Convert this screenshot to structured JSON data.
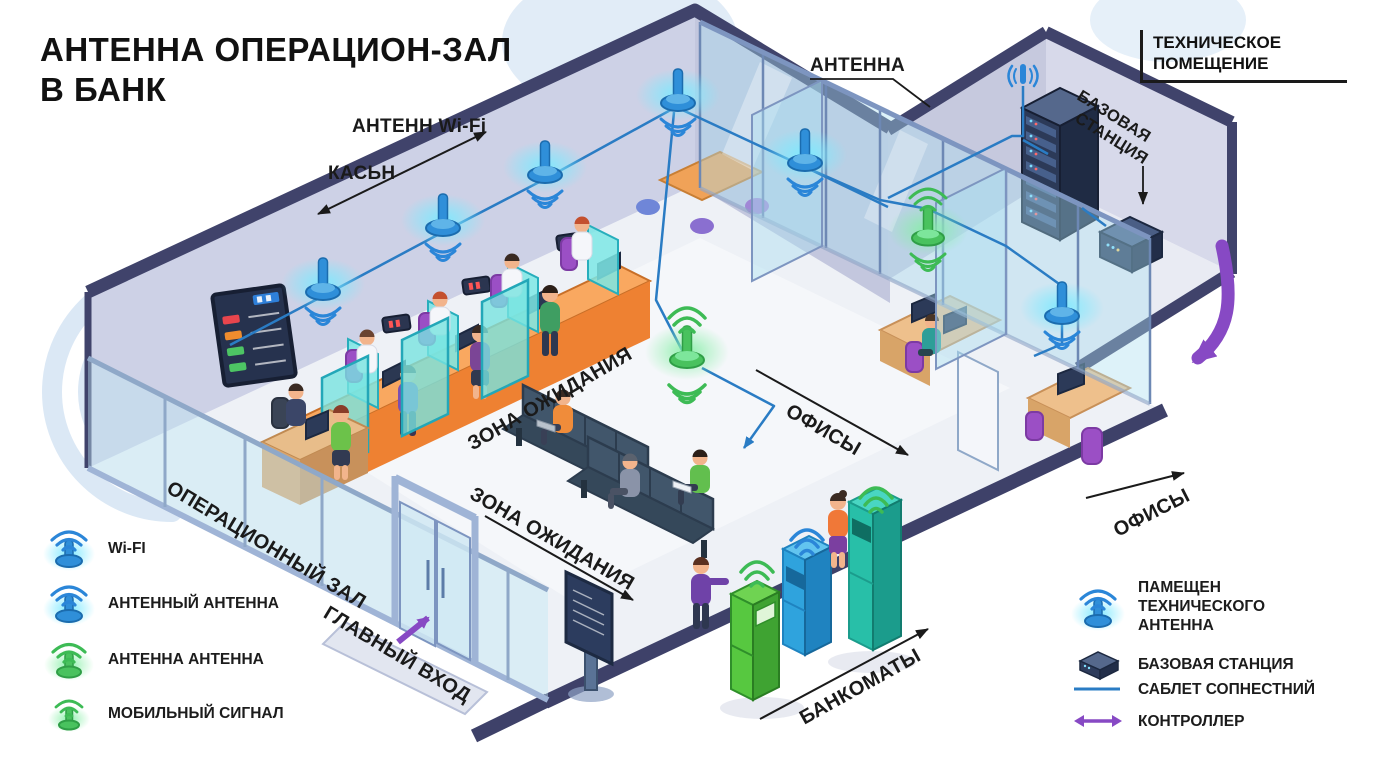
{
  "title": {
    "line1": "АНТЕННА ОПЕРАЦИОН-ЗАЛ",
    "line2": "В БАНК"
  },
  "callouts": {
    "wifi_antennas": "АНТЕНН Wi-Fi",
    "cashdesk": "КАСЬН",
    "antenna": "АНТЕННА",
    "tech_room_line1": "ТЕХНИЧЕСКОЕ",
    "tech_room_line2": "ПОМЕЩЕНИЕ",
    "base_station_line1": "БАЗОВАЯ",
    "base_station_line2": "СТАНЦИЯ"
  },
  "zones": {
    "operating_hall": "ОПЕРАЦИОННЫЙ ЗАЛ",
    "main_entrance": "ГЛАВНЫЙ ВХОД",
    "waiting_area_1": "ЗОНА ОЖИДАНИЯ",
    "waiting_area_2": "ЗОНА ОЖИДАНИЯ",
    "offices_inner": "ОФИСЫ",
    "offices_outer": "ОФИСЫ",
    "atms": "БАНКОМАТЫ"
  },
  "legend_left": {
    "items": [
      {
        "icon": "wifi-antenna-blue",
        "label": "Wi-FI"
      },
      {
        "icon": "wifi-antenna-blue",
        "label": "АНТЕННЫЙ АНТЕННА"
      },
      {
        "icon": "wifi-antenna-green",
        "label": "АНТЕННА АНТЕННА"
      },
      {
        "icon": "wifi-antenna-green-small",
        "label": "МОБИЛЬНЫЙ СИГНАЛ"
      }
    ]
  },
  "legend_right": {
    "items": [
      {
        "icon": "wifi-antenna-blue",
        "label": "ПАМЕЩЕН ТЕХНИЧЕСКОГО АНТЕННА"
      },
      {
        "icon": "base-station-box",
        "label": "БАЗОВАЯ СТАНЦИЯ"
      },
      {
        "icon": "cable-line",
        "label": "САБЛЕТ СОПНЕСТНИЙ"
      },
      {
        "icon": "double-arrow",
        "label": "КОНТРОЛЛЕР"
      }
    ]
  },
  "colors": {
    "antenna_blue": "#2f8fd9",
    "antenna_green": "#49c25e",
    "cable_blue": "#2a7cc4",
    "arrow_purple": "#8749c4",
    "wall_dark": "#40436b",
    "counter_orange": "#ee8132",
    "glass_cyan": "#aee0ef",
    "atm_green": "#57c840",
    "atm_blue": "#2fa3dd",
    "atm_teal": "#28bfa8"
  }
}
